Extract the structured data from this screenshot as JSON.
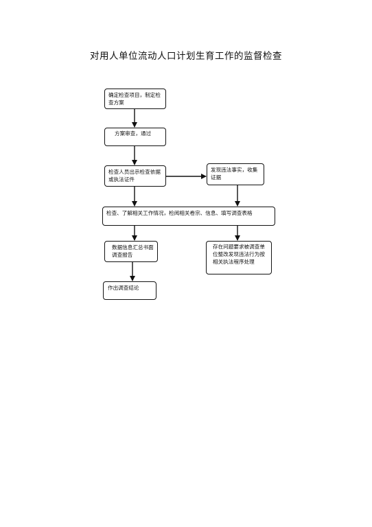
{
  "title": "对用人单位流动人口计划生育工作的监督检查",
  "nodes": {
    "b1": "确定检查项目，制定检查方案",
    "b2": "方案审查，通过",
    "b3": "检查人员出示检查依据或执法证件",
    "b4": "发现违法事实，收集证据",
    "b5": "检查、了解相关工作情况，检阅相关卷宗、信息、填写调查表格",
    "b6": "数据信息汇总书面调查报告",
    "b7": "存在问题要求被调查单位整改发现违法行为按相关执法程序处理",
    "b8": "作出调查结论"
  },
  "edges": [
    {
      "from": "b1",
      "to": "b2"
    },
    {
      "from": "b2",
      "to": "b3"
    },
    {
      "from": "b3",
      "to": "b4"
    },
    {
      "from": "b3",
      "to": "b5"
    },
    {
      "from": "b4",
      "to": "b5"
    },
    {
      "from": "b5",
      "to": "b6"
    },
    {
      "from": "b5",
      "to": "b7"
    },
    {
      "from": "b6",
      "to": "b8"
    }
  ]
}
